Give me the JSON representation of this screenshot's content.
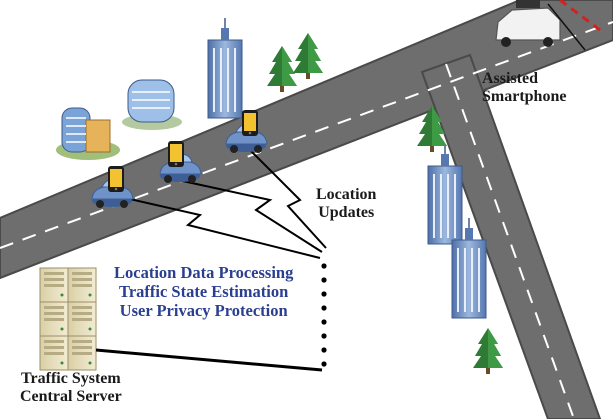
{
  "labels": {
    "assisted_smartphone": [
      "Assisted",
      "Smartphone"
    ],
    "location_updates": [
      "Location",
      "Updates"
    ],
    "server_functions": [
      "Location Data Processing",
      "Traffic State Estimation",
      "User Privacy Protection"
    ],
    "central_server": [
      "Traffic System",
      "Central Server"
    ]
  },
  "colors": {
    "road": "#6e6e6e",
    "road_edge": "#4a4a4a",
    "lane_marking": "#ffffff",
    "car_body": "#6f93c8",
    "phone": "#f2c230",
    "tree": "#2f7a34",
    "building": "#6f8fbf",
    "link_line": "#000000",
    "function_text": "#2a3f8f",
    "label_text": "#1a1a1a"
  },
  "icons": [
    "office-building-icon",
    "tree-icon",
    "car-icon",
    "smartphone-icon",
    "server-rack-icon",
    "wireless-link-icon",
    "road-icon"
  ]
}
